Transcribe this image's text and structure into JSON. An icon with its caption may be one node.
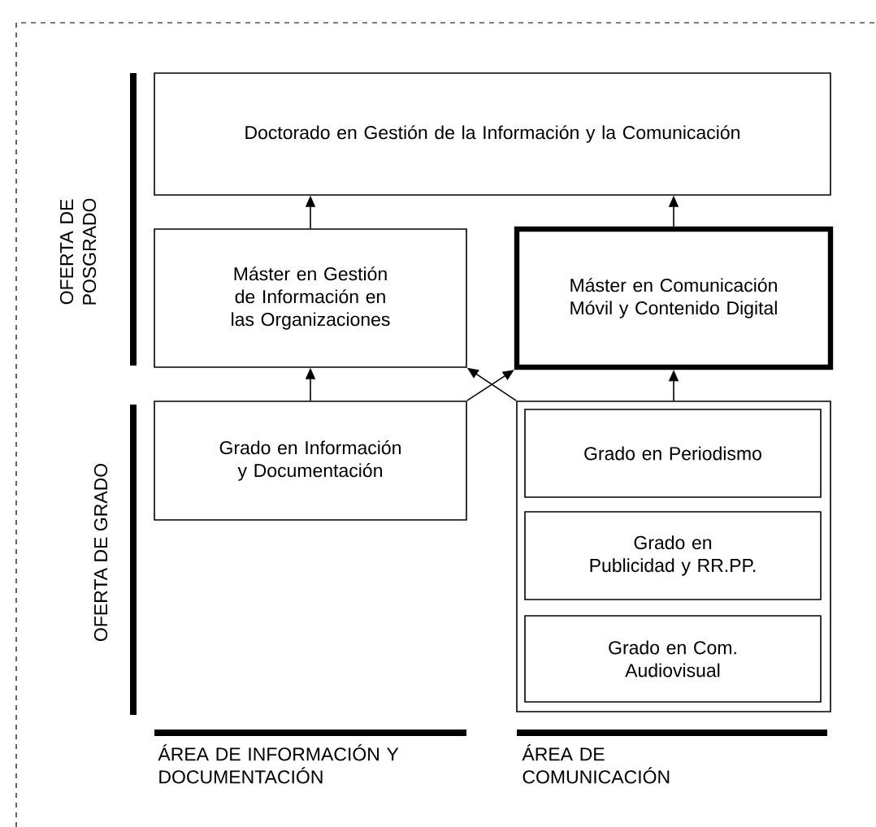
{
  "diagram": {
    "nodes": [
      {
        "text": [
          "Doctorado en Gestión de la Información y la Comunicación"
        ]
      },
      {
        "text": [
          "Máster en Gestión de Información en las Organizaciones"
        ]
      },
      {
        "text": [
          "Máster en Comunicación Móvil y Contenido Digital"
        ]
      },
      {
        "text": [
          "Grado en Información y Documentación"
        ]
      },
      {
        "text": [],
        "shape": "box"
      },
      {
        "text": [
          "Grado en Periodismo"
        ],
        "in": 4
      },
      {
        "text": [
          "Grado en Publicidad y RR.PP."
        ],
        "in": 4
      },
      {
        "text": [
          "Grado en Com. Audiovisual"
        ],
        "in": 4
      }
    ],
    "edges": [
      {
        "from": 1,
        "to": 0,
        "arrow": "to"
      },
      {
        "from": 2,
        "to": 0,
        "arrow": "to"
      },
      {
        "from": 3,
        "to": 1,
        "arrow": "to"
      },
      {
        "from": 4,
        "to": 2,
        "arrow": "to"
      },
      {
        "from": 3,
        "to": 2,
        "arrow": "to"
      },
      {
        "from": 4,
        "to": 1,
        "arrow": "to"
      }
    ],
    "labels": [
      "OFERTA DE POSGRADO",
      "OFERTA DE GRADO",
      "ÁREA DE INFORMACIÓN Y DOCUMENTACIÓN",
      "ÁREA DE COMUNICACIÓN"
    ]
  }
}
